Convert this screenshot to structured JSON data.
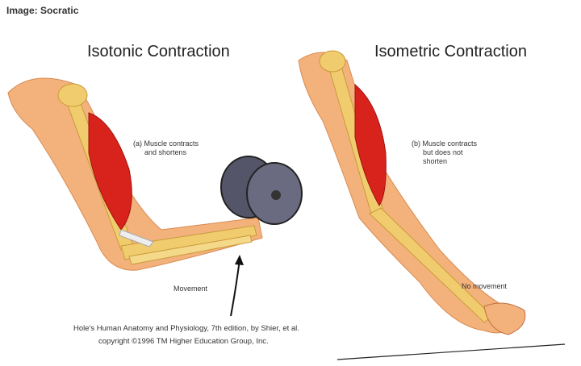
{
  "credit": "Image: Socratic",
  "left_panel": {
    "title": "Isotonic Contraction",
    "label_line1": "(a) Muscle contracts",
    "label_line2": "and shortens",
    "movement_label": "Movement"
  },
  "right_panel": {
    "title": "Isometric Contraction",
    "label_line1": "(b) Muscle contracts",
    "label_line2": "but does not",
    "label_line3": "shorten",
    "movement_label": "No movement"
  },
  "caption": {
    "line1": "Hole's Human Anatomy and Physiology, 7th edition, by Shier, et al.",
    "line2": "copyright ©1996 TM Higher Education Group, Inc."
  },
  "colors": {
    "skin": "#f2b27a",
    "bone": "#f0c86a",
    "muscle": "#d8231c",
    "weight": "#5a5a6e"
  }
}
